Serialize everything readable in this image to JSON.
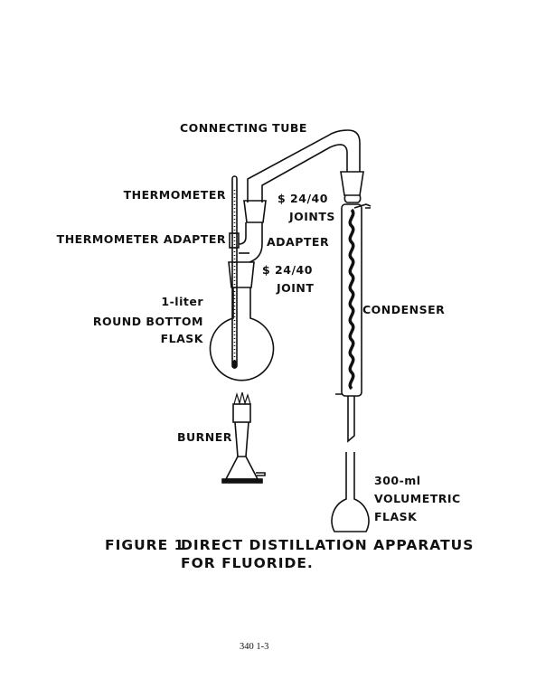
{
  "labels": {
    "connecting_tube": "CONNECTING TUBE",
    "thermometer": "THERMOMETER",
    "thermometer_adapter": "THERMOMETER ADAPTER",
    "adapter": "ADAPTER",
    "joints_size": "$ 24/40",
    "joints": "JOINTS",
    "joint_size": "$ 24/40",
    "joint": "JOINT",
    "flask_size": "1-liter",
    "flask_type": "ROUND BOTTOM",
    "flask": "FLASK",
    "condenser": "CONDENSER",
    "burner": "BURNER",
    "vol_size": "300-ml",
    "vol_type": "VOLUMETRIC",
    "vol_flask": "FLASK"
  },
  "caption": {
    "figure": "FIGURE 1",
    "line1": "DIRECT DISTILLATION APPARATUS",
    "line2": "FOR FLUORIDE."
  },
  "page_number": "340 1-3"
}
